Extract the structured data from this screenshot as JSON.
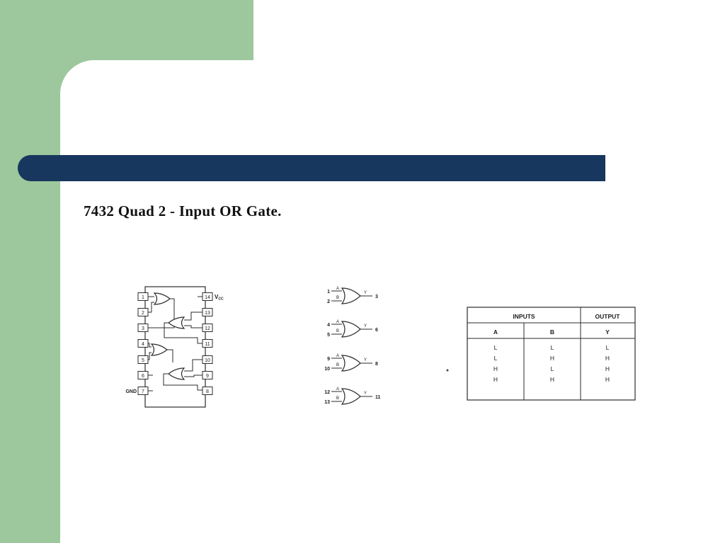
{
  "slide": {
    "title": "7432 Quad 2 - Input OR Gate."
  },
  "colors": {
    "green_band": "#9dc89d",
    "navy_bar": "#17375e",
    "figure_ink": "#2b2b2b",
    "background": "#ffffff"
  },
  "ic": {
    "left_pins": [
      "1",
      "2",
      "3",
      "4",
      "5",
      "6",
      "7"
    ],
    "right_pins": [
      "14",
      "13",
      "12",
      "11",
      "10",
      "9",
      "8"
    ],
    "vcc_main": "V",
    "vcc_sub": "CC",
    "gnd": "GND"
  },
  "gates": [
    {
      "a_pin": "1",
      "b_pin": "2",
      "y_pin": "3",
      "a": "A",
      "b": "B",
      "y": "Y"
    },
    {
      "a_pin": "4",
      "b_pin": "5",
      "y_pin": "6",
      "a": "A",
      "b": "B",
      "y": "Y"
    },
    {
      "a_pin": "9",
      "b_pin": "10",
      "y_pin": "8",
      "a": "A",
      "b": "B",
      "y": "Y"
    },
    {
      "a_pin": "12",
      "b_pin": "13",
      "y_pin": "11",
      "a": "A",
      "b": "B",
      "y": "Y"
    }
  ],
  "truth_table": {
    "inputs_header": "INPUTS",
    "output_header": "OUTPUT",
    "columns": [
      "A",
      "B",
      "Y"
    ],
    "rows": [
      [
        "L",
        "L",
        "L"
      ],
      [
        "L",
        "H",
        "H"
      ],
      [
        "H",
        "L",
        "H"
      ],
      [
        "H",
        "H",
        "H"
      ]
    ]
  }
}
